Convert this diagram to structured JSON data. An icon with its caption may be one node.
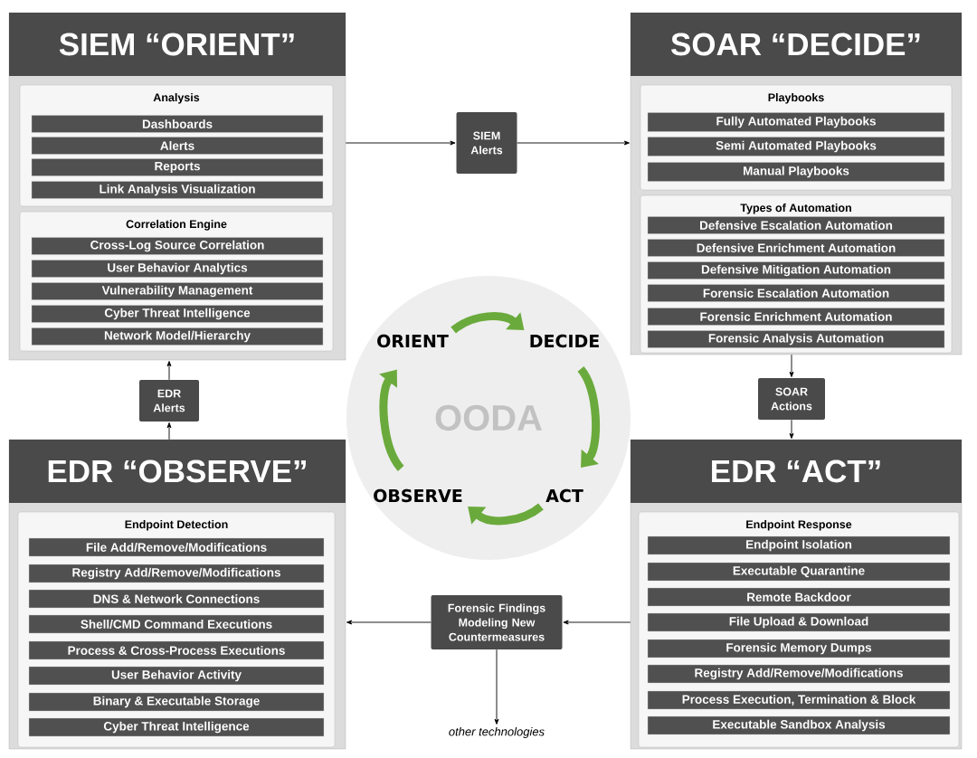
{
  "diagram": {
    "nodes": [
      {
        "text": [
          "SIEM “ORIENT”"
        ]
      },
      {
        "text": [
          "Analysis"
        ],
        "in": 0
      },
      {
        "text": [
          "Dashboards"
        ],
        "in": 1
      },
      {
        "text": [
          "Alerts"
        ],
        "in": 1
      },
      {
        "text": [
          "Reports"
        ],
        "in": 1
      },
      {
        "text": [
          "Link Analysis Visualization"
        ],
        "in": 1
      },
      {
        "text": [
          "Correlation Engine"
        ],
        "in": 0
      },
      {
        "text": [
          "Cross-Log Source Correlation"
        ],
        "in": 6
      },
      {
        "text": [
          "User Behavior Analytics"
        ],
        "in": 6
      },
      {
        "text": [
          "Vulnerability Management"
        ],
        "in": 6
      },
      {
        "text": [
          "Cyber Threat Intelligence"
        ],
        "in": 6
      },
      {
        "text": [
          "Network Model/Hierarchy"
        ],
        "in": 6
      },
      {
        "text": [
          "SIEM Alerts"
        ]
      },
      {
        "text": [
          "SOAR “DECIDE”"
        ]
      },
      {
        "text": [
          "Playbooks"
        ],
        "in": 13
      },
      {
        "text": [
          "Fully Automated Playbooks"
        ],
        "in": 14
      },
      {
        "text": [
          "Semi Automated Playbooks"
        ],
        "in": 14
      },
      {
        "text": [
          "Manual Playbooks"
        ],
        "in": 14
      },
      {
        "text": [
          "Types of Automation"
        ],
        "in": 13
      },
      {
        "text": [
          "Defensive Escalation Automation"
        ],
        "in": 18
      },
      {
        "text": [
          "Defensive Enrichment Automation"
        ],
        "in": 18
      },
      {
        "text": [
          "Defensive Mitigation Automation"
        ],
        "in": 18
      },
      {
        "text": [
          "Forensic Escalation Automation"
        ],
        "in": 18
      },
      {
        "text": [
          "Forensic Enrichment Automation"
        ],
        "in": 18
      },
      {
        "text": [
          "Forensic Analysis Automation"
        ],
        "in": 18
      },
      {
        "text": [
          "EDR Alerts"
        ]
      },
      {
        "text": [
          "OODA"
        ]
      },
      {
        "text": [
          "ORIENT"
        ],
        "in": 26
      },
      {
        "text": [
          "DECIDE"
        ],
        "in": 26
      },
      {
        "text": [
          "OBSERVE"
        ],
        "in": 26
      },
      {
        "text": [
          "ACT"
        ],
        "in": 26
      },
      {
        "text": [
          "SOAR Actions"
        ]
      },
      {
        "text": [
          "EDR “OBSERVE”"
        ]
      },
      {
        "text": [
          "Endpoint Detection"
        ],
        "in": 32
      },
      {
        "text": [
          "File Add/Remove/Modifications"
        ],
        "in": 33
      },
      {
        "text": [
          "Registry Add/Remove/Modifications"
        ],
        "in": 33
      },
      {
        "text": [
          "DNS & Network Connections"
        ],
        "in": 33
      },
      {
        "text": [
          "Shell/CMD Command Executions"
        ],
        "in": 33
      },
      {
        "text": [
          "Process & Cross-Process Executions"
        ],
        "in": 33
      },
      {
        "text": [
          "User Behavior Activity"
        ],
        "in": 33
      },
      {
        "text": [
          "Binary & Executable Storage"
        ],
        "in": 33
      },
      {
        "text": [
          "Cyber Threat Intelligence"
        ],
        "in": 33
      },
      {
        "text": [
          "EDR “ACT”"
        ]
      },
      {
        "text": [
          "Endpoint Response"
        ],
        "in": 42
      },
      {
        "text": [
          "Endpoint Isolation"
        ],
        "in": 43
      },
      {
        "text": [
          "Executable Quarantine"
        ],
        "in": 43
      },
      {
        "text": [
          "Remote Backdoor"
        ],
        "in": 43
      },
      {
        "text": [
          "File Upload & Download"
        ],
        "in": 43
      },
      {
        "text": [
          "Forensic Memory Dumps"
        ],
        "in": 43
      },
      {
        "text": [
          "Registry Add/Remove/Modifications"
        ],
        "in": 43
      },
      {
        "text": [
          "Process Execution, Termination & Block"
        ],
        "in": 43
      },
      {
        "text": [
          "Executable Sandbox Analysis"
        ],
        "in": 43
      },
      {
        "text": [
          "Forensic Findings Modeling New Countermeasures"
        ]
      },
      {
        "text": [
          "other technologies"
        ]
      }
    ],
    "edges": [
      {
        "from": 0,
        "to": 12,
        "arrow": "to"
      },
      {
        "from": 12,
        "to": 13,
        "arrow": "to"
      },
      {
        "from": 13,
        "to": 31,
        "arrow": "to"
      },
      {
        "from": 31,
        "to": 42,
        "arrow": "to"
      },
      {
        "from": 32,
        "to": 25,
        "arrow": "to"
      },
      {
        "from": 25,
        "to": 0,
        "arrow": "to"
      },
      {
        "from": 42,
        "to": 52,
        "arrow": "to"
      },
      {
        "from": 52,
        "to": 32,
        "arrow": "to"
      },
      {
        "from": 52,
        "to": 53,
        "arrow": "to"
      },
      {
        "from": 27,
        "to": 28,
        "arrow": "to",
        "style": "thick",
        "color": "#6aaa3c"
      },
      {
        "from": 28,
        "to": 30,
        "arrow": "to",
        "style": "thick",
        "color": "#6aaa3c"
      },
      {
        "from": 30,
        "to": 29,
        "arrow": "to",
        "style": "thick",
        "color": "#6aaa3c"
      },
      {
        "from": 29,
        "to": 27,
        "arrow": "to",
        "style": "thick",
        "color": "#6aaa3c"
      }
    ]
  }
}
